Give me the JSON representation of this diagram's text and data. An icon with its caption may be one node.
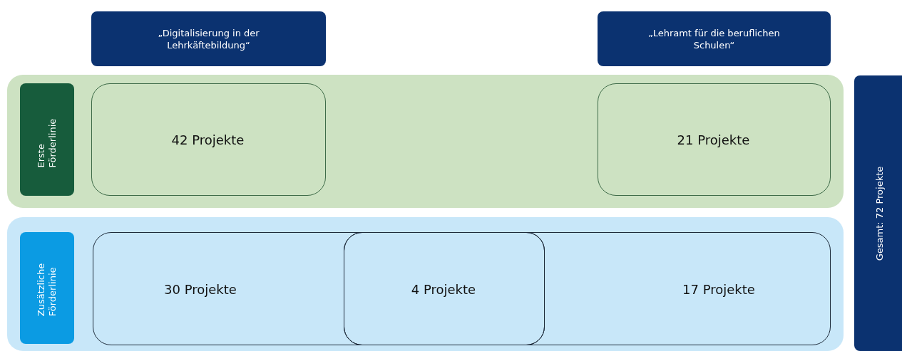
{
  "diagram": {
    "nodes": [
      {
        "text": [
          "„Digitalisierung in der Lehrkäftebildung“"
        ]
      },
      {
        "text": [
          "„Lehramt für die beruflichen Schulen“"
        ]
      },
      {
        "text": [],
        "shape": "band"
      },
      {
        "text": [
          "Erste Förderlinie"
        ],
        "in": 2
      },
      {
        "text": [
          "42 Projekte"
        ],
        "in": 2
      },
      {
        "text": [
          "21 Projekte"
        ],
        "in": 2
      },
      {
        "text": [],
        "shape": "band"
      },
      {
        "text": [
          "Zusätzliche Förderlinie"
        ],
        "in": 6
      },
      {
        "text": [
          "30 Projekte"
        ],
        "in": 6
      },
      {
        "text": [
          "17 Projekte"
        ],
        "in": 6
      },
      {
        "text": [
          "4 Projekte"
        ]
      },
      {
        "text": [
          "Gesamt: 72 Projekte"
        ]
      }
    ]
  }
}
